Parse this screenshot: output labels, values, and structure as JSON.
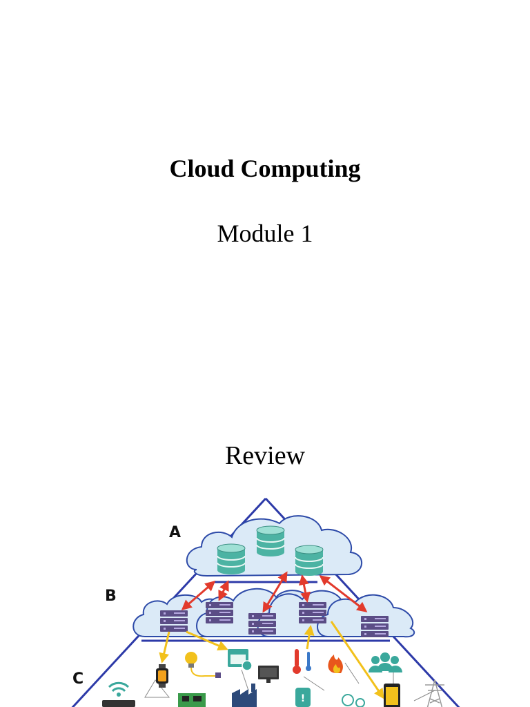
{
  "document": {
    "title": "Cloud Computing",
    "subtitle": "Module 1",
    "section_heading": "Review"
  },
  "figure": {
    "layer_labels": [
      "A",
      "B",
      "C"
    ],
    "colors": {
      "cloud": "#dbeaf7",
      "cloud_outline": "#2d4aa8",
      "pyramid": "#2d3aa8",
      "database": "#4cb3a3",
      "server": "#5b4d86",
      "red_arrow": "#e23a2c",
      "yellow_arrow": "#f2c11c",
      "device_teal": "#3aa89c"
    },
    "icons": [
      "database-icon",
      "server-icon",
      "wifi-router-icon",
      "smartwatch-icon",
      "lightbulb-icon",
      "calendar-icon",
      "monitor-icon",
      "thermometer-icon",
      "fire-icon",
      "users-icon",
      "factory-icon",
      "circuit-board-icon",
      "smartphone-icon",
      "power-tower-icon"
    ]
  }
}
